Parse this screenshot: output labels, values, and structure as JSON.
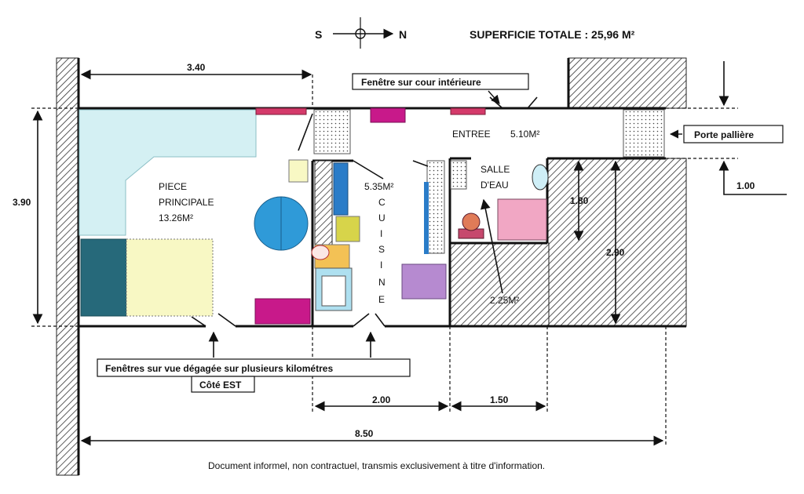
{
  "header": {
    "compass_south": "S",
    "compass_north": "N",
    "total_area": "SUPERFICIE TOTALE : 25,96 M²"
  },
  "rooms": {
    "main_room_line1": "PIECE",
    "main_room_line2": "PRINCIPALE",
    "main_room_area": "13.26M²",
    "kitchen_area": "5.35M²",
    "kitchen_letters": [
      "C",
      "U",
      "I",
      "S",
      "I",
      "N",
      "E"
    ],
    "entrance": "ENTREE",
    "entrance_area": "5.10M²",
    "bathroom_line1": "SALLE",
    "bathroom_line2": "D'EAU",
    "bathroom_area": "2.25M²"
  },
  "dimensions": {
    "top_width": "3.40",
    "left_height": "3.90",
    "kitchen_width": "2.00",
    "bathroom_width": "1.50",
    "total_width": "8.50",
    "right_step": "1.00",
    "bath_height": "1.80",
    "right_height": "2.90"
  },
  "callouts": {
    "courtyard_window": "Fenêtre sur cour intérieure",
    "landing_door": "Porte pallière",
    "east_windows": "Fenêtres sur vue dégagée sur plusieurs kilométres",
    "east_side": "Côté EST"
  },
  "footer": {
    "disclaimer": "Document informel, non contractuel, transmis exclusivement à titre d'information."
  }
}
